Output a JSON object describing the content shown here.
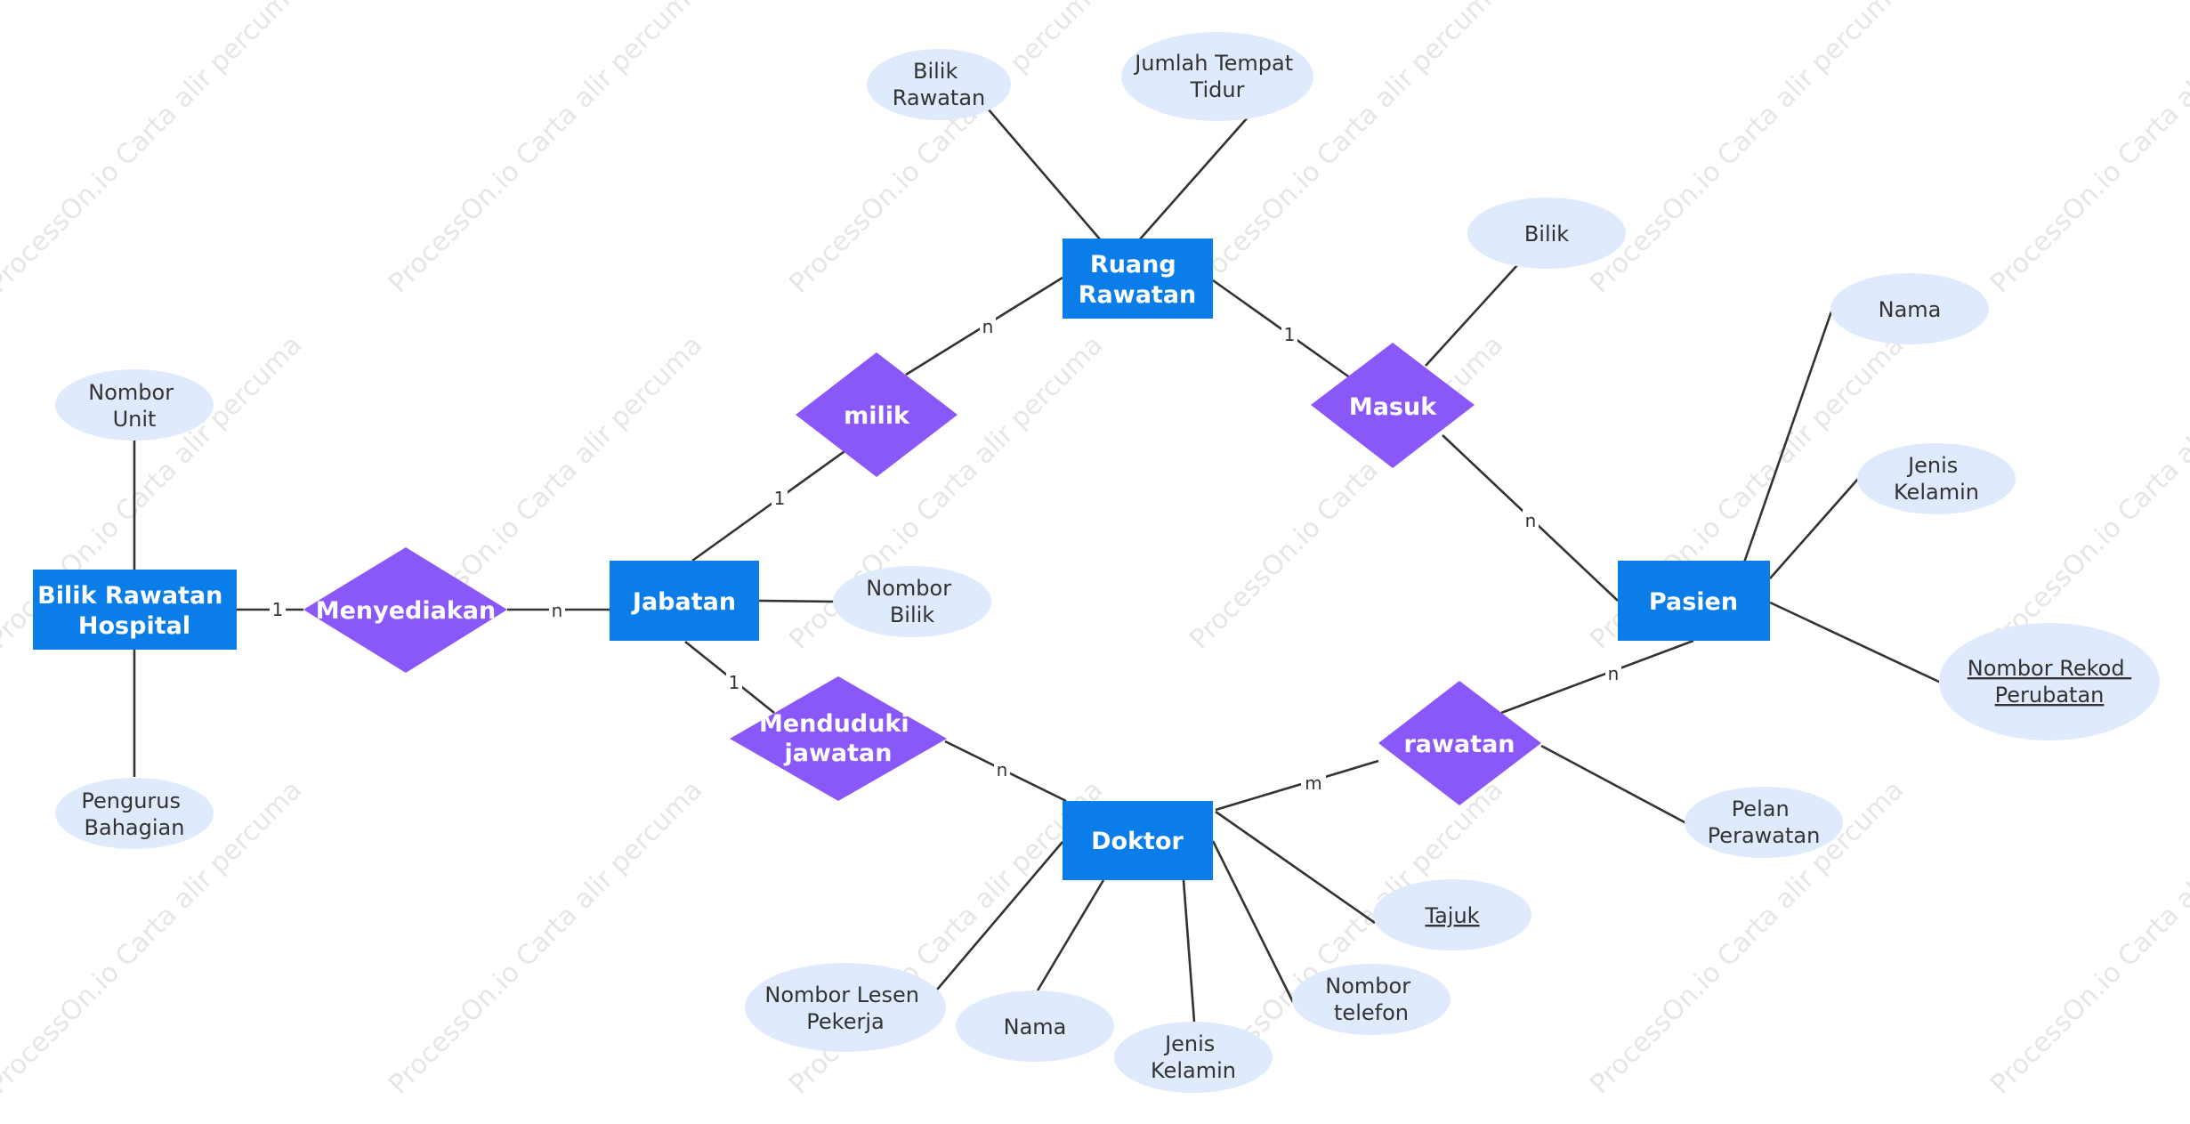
{
  "watermark": "ProcessOn.io Carta alir percuma",
  "colors": {
    "entity": "#0b7de8",
    "relationship": "#8a57f9",
    "attribute": "#dfeafd",
    "line": "#333333"
  },
  "entities": [
    {
      "id": "bilik",
      "lines": [
        "Bilik Rawatan",
        "Hospital"
      ]
    },
    {
      "id": "jabatan",
      "lines": [
        "Jabatan"
      ]
    },
    {
      "id": "ruang",
      "lines": [
        "Ruang",
        "Rawatan"
      ]
    },
    {
      "id": "pasien",
      "lines": [
        "Pasien"
      ]
    },
    {
      "id": "doktor",
      "lines": [
        "Doktor"
      ]
    }
  ],
  "relationships": [
    {
      "id": "menyediakan",
      "lines": [
        "Menyediakan"
      ]
    },
    {
      "id": "milik",
      "lines": [
        "milik"
      ]
    },
    {
      "id": "masuk",
      "lines": [
        "Masuk"
      ]
    },
    {
      "id": "menduduki",
      "lines": [
        "Menduduki",
        "jawatan"
      ]
    },
    {
      "id": "rawatan",
      "lines": [
        "rawatan"
      ]
    }
  ],
  "attributes": [
    {
      "id": "nombor-unit",
      "lines": [
        "Nombor",
        "Unit"
      ],
      "key": false
    },
    {
      "id": "pengurus-bahagian",
      "lines": [
        "Pengurus",
        "Bahagian"
      ],
      "key": false
    },
    {
      "id": "nombor-bilik",
      "lines": [
        "Nombor",
        "Bilik"
      ],
      "key": false
    },
    {
      "id": "bilik-rawatan",
      "lines": [
        "Bilik",
        "Rawatan"
      ],
      "key": false
    },
    {
      "id": "jumlah-tempat-tidur",
      "lines": [
        "Jumlah Tempat",
        "Tidur"
      ],
      "key": false
    },
    {
      "id": "bilik",
      "lines": [
        "Bilik"
      ],
      "key": false
    },
    {
      "id": "pasien-nama",
      "lines": [
        "Nama"
      ],
      "key": false
    },
    {
      "id": "pasien-jenis-kelamin",
      "lines": [
        "Jenis",
        "Kelamin"
      ],
      "key": false
    },
    {
      "id": "nombor-rekod-perubatan",
      "lines": [
        "Nombor Rekod",
        "Perubatan"
      ],
      "key": true
    },
    {
      "id": "pelan-perawatan",
      "lines": [
        "Pelan",
        "Perawatan"
      ],
      "key": false
    },
    {
      "id": "tajuk",
      "lines": [
        "Tajuk"
      ],
      "key": true
    },
    {
      "id": "nombor-telefon",
      "lines": [
        "Nombor",
        "telefon"
      ],
      "key": false
    },
    {
      "id": "doktor-jenis-kelamin",
      "lines": [
        "Jenis",
        "Kelamin"
      ],
      "key": false
    },
    {
      "id": "doktor-nama",
      "lines": [
        "Nama"
      ],
      "key": false
    },
    {
      "id": "nombor-lesen-pekerja",
      "lines": [
        "Nombor Lesen",
        "Pekerja"
      ],
      "key": false
    }
  ],
  "cardinalities": [
    {
      "id": "bilik-menyediakan",
      "label": "1"
    },
    {
      "id": "menyediakan-jabatan",
      "label": "n"
    },
    {
      "id": "jabatan-milik",
      "label": "1"
    },
    {
      "id": "milik-ruang",
      "label": "n"
    },
    {
      "id": "ruang-masuk",
      "label": "1"
    },
    {
      "id": "masuk-pasien",
      "label": "n"
    },
    {
      "id": "jabatan-menduduki",
      "label": "1"
    },
    {
      "id": "menduduki-doktor",
      "label": "n"
    },
    {
      "id": "doktor-rawatan",
      "label": "m"
    },
    {
      "id": "rawatan-pasien",
      "label": "n"
    }
  ]
}
